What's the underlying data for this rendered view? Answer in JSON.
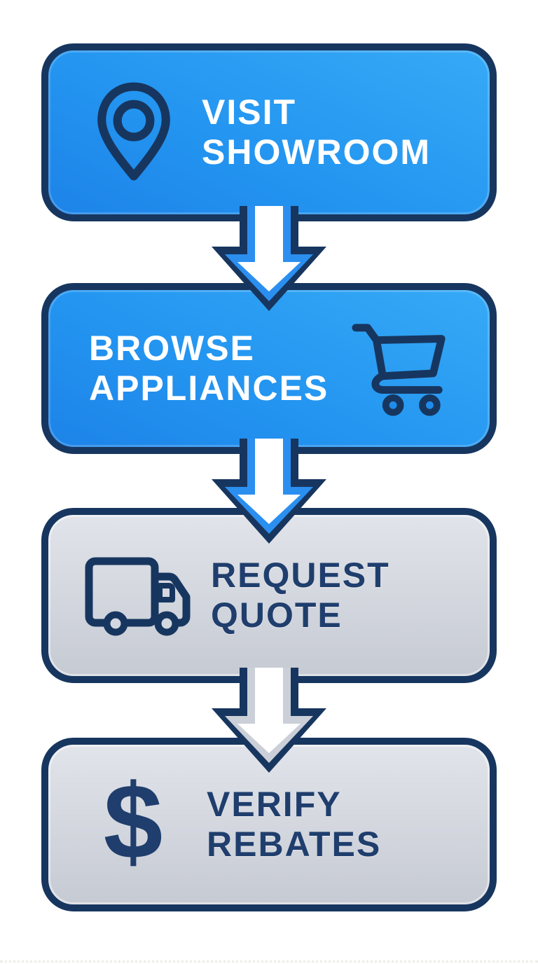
{
  "palette": {
    "navy": "#17365F",
    "navy_text": "#1F3E6D",
    "white": "#FFFFFF",
    "blue_top": "#36AAF6",
    "blue_bottom": "#1D83E8",
    "accent_blue": "#2B8FF0",
    "gray_top": "#E1E4EA",
    "gray_bottom": "#C6CAD3",
    "silver_accent": "#CBCFD8",
    "cart_wheel_fill": "#1F8CEC",
    "truck_wheel_fill": "#D3D7DF"
  },
  "steps": [
    {
      "id": "visit-showroom",
      "label_line1": "VISIT",
      "label_line2": "SHOWROOM",
      "icon": "location-pin-icon",
      "style": "blue"
    },
    {
      "id": "browse-appliances",
      "label_line1": "BROWSE",
      "label_line2": "APPLIANCES",
      "icon": "shopping-cart-icon",
      "style": "blue"
    },
    {
      "id": "request-quote",
      "label_line1": "REQUEST",
      "label_line2": "QUOTE",
      "icon": "delivery-truck-icon",
      "style": "gray"
    },
    {
      "id": "verify-rebates",
      "label_line1": "VERIFY",
      "label_line2": "REBATES",
      "icon": "dollar-sign-icon",
      "style": "gray",
      "dollar_glyph": "$"
    }
  ],
  "connectors": [
    {
      "from": "visit-showroom",
      "to": "browse-appliances",
      "accent_hex": "#2B8FF0"
    },
    {
      "from": "browse-appliances",
      "to": "request-quote",
      "accent_hex": "#2B8FF0"
    },
    {
      "from": "request-quote",
      "to": "verify-rebates",
      "accent_hex": "#CBCFD8"
    }
  ]
}
